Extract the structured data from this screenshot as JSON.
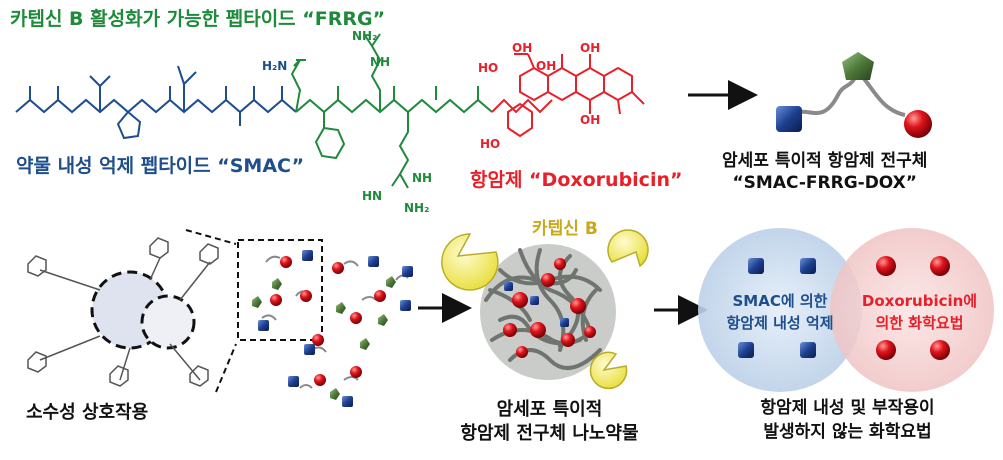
{
  "title": "카텝신 B 활성화가 가능한 펩타이드 “FRRG”",
  "smac_label": "약물 내성 억제 펩타이드 “SMAC”",
  "dox_label": "항암제 “Doxorubicin”",
  "prodrug_label": {
    "line1": "암세포 특이적 항암제 전구체",
    "line2": "“SMAC-FRRG-DOX”"
  },
  "cathepsin_label": "카텝신 B",
  "hydrophobic_label": "소수성 상호작용",
  "nanodrug_label": {
    "line1": "암세포 특이적",
    "line2": "항암제 전구체 나노약물"
  },
  "smac_effect": {
    "line1": "SMAC에 의한",
    "line2": "항암제 내성 억제"
  },
  "dox_effect": {
    "line1": "Doxorubicin에",
    "line2": "의한 화학요법"
  },
  "result_label": {
    "line1": "항암제 내성 및 부작용이",
    "line2": "발생하지 않는 화학요법"
  },
  "structure_atoms": {
    "nh2_top": "NH₂",
    "h2n_lys": "H₂N",
    "nh_guan1": "NH",
    "nh_guan2": "NH",
    "hn_guan2": "HN",
    "nh2_bottom": "NH₂",
    "ho_left": "HO",
    "oh_1": "OH",
    "oh_2": "OH",
    "oh_3": "OH",
    "oh_4": "OH",
    "ho_sugar": "HO"
  },
  "colors": {
    "frrg_green": "#1f8a3b",
    "smac_blue": "#1e4e8c",
    "dox_red": "#e8202a",
    "cathepsin_gold": "#c9a81c",
    "cube_blue": "#1d3f8f",
    "sphere_red": "#e0141c",
    "pentagon_green": "#4f7a3a"
  }
}
